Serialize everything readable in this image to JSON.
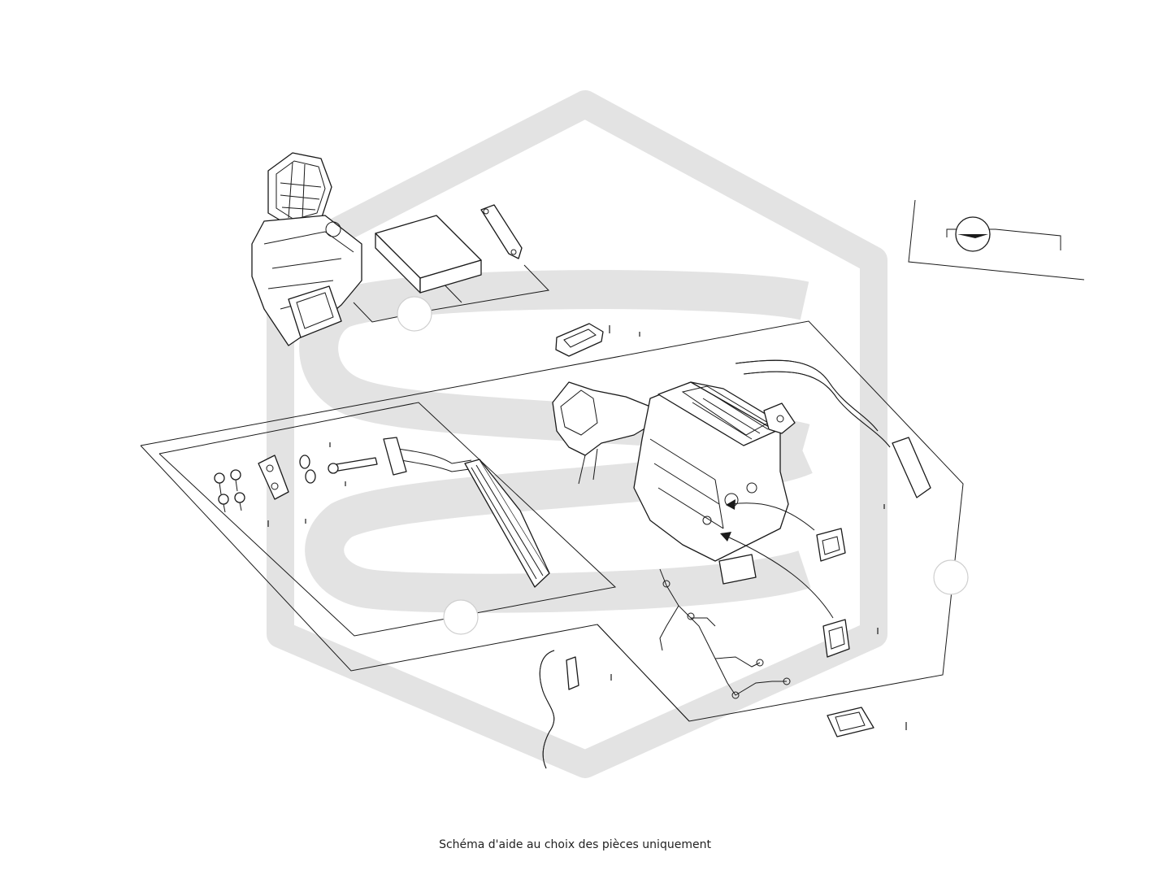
{
  "caption": "Schéma d'aide au choix des pièces uniquement",
  "colors": {
    "line": "#1a1a1a",
    "watermark": "#e3e3e3",
    "background": "#ffffff"
  },
  "callout_markers": [
    {
      "name": "callout-marker-blower"
    },
    {
      "name": "callout-marker-heater-core"
    },
    {
      "name": "callout-marker-hvac-right"
    }
  ]
}
